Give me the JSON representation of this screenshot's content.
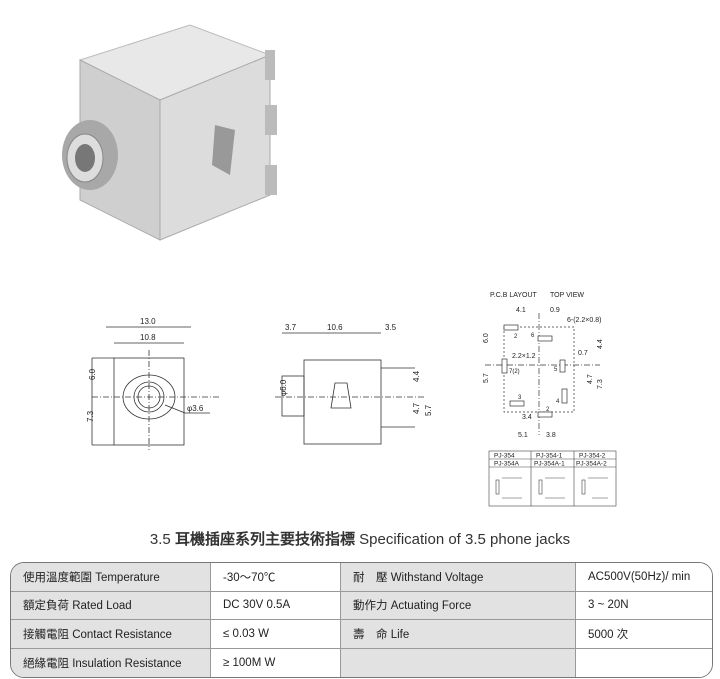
{
  "drawings": {
    "front": {
      "d1": "13.0",
      "d2": "10.8",
      "d3": "6.0",
      "d4": "7.3",
      "d5": "φ3.6"
    },
    "side": {
      "d1": "3.7",
      "d2": "10.6",
      "d3": "3.5",
      "d4": "φ6.0",
      "d5": "4.4",
      "d6": "4.7",
      "d7": "5.7"
    },
    "pcb": {
      "header1": "P.C.B LAYOUT",
      "header2": "TOP VIEW",
      "d41": "4.1",
      "d09": "0.9",
      "pad6": "6-(2.2×0.8)",
      "d60": "6.0",
      "pad22": "2.2×1.2",
      "d07": "0.7",
      "d44": "4.4",
      "d57": "5.7",
      "d47": "4.7",
      "d73": "7.3",
      "d34": "3.4",
      "d51": "5.1",
      "d38": "3.8",
      "p2a": "2",
      "p6": "6",
      "p7": "7(2)",
      "p5": "5",
      "p4": "4",
      "p3": "3",
      "p2b": "2"
    },
    "models": [
      [
        "PJ-354",
        "PJ-354-1",
        "PJ-354-2"
      ],
      [
        "PJ-354A",
        "PJ-354A-1",
        "PJ-354A-2"
      ]
    ]
  },
  "title": {
    "number": "3.5",
    "cn": "耳機插座系列主要技術指標",
    "en": "Specification of 3.5 phone jacks"
  },
  "spec": [
    [
      "使用溫度範圍 Temperature",
      "-30～70℃",
      "耐　壓 Withstand Voltage",
      "AC500V(50Hz)/ min"
    ],
    [
      "額定負荷  Rated Load",
      "DC  30V  0.5A",
      "動作力 Actuating Force",
      "3 ~ 20N"
    ],
    [
      "接觸電阻  Contact Resistance",
      "≤ 0.03 W",
      "壽　命 Life",
      "5000 次"
    ],
    [
      "絕緣電阻  Insulation Resistance",
      "≥ 100M W",
      "",
      ""
    ]
  ]
}
